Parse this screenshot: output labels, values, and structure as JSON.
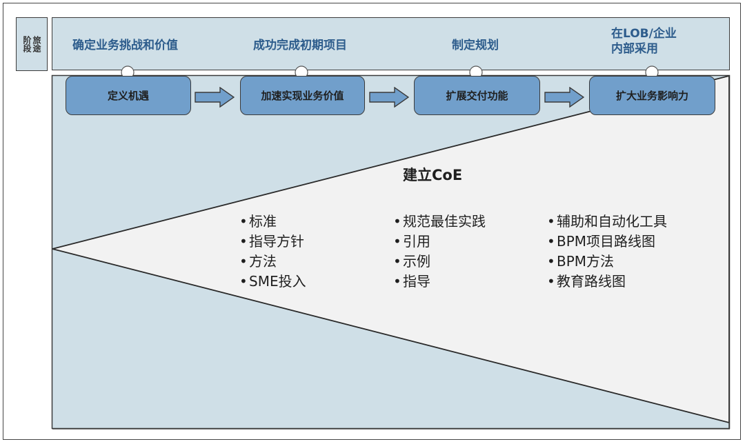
{
  "stage_label": "旅途\n阶段",
  "band": {
    "stages": [
      {
        "label": "确定业务挑战和价值"
      },
      {
        "label": "成功完成初期项目"
      },
      {
        "label": "制定规划"
      },
      {
        "label": "在LOB/企业\n内部采用"
      }
    ]
  },
  "steps": [
    {
      "label": "定义机遇"
    },
    {
      "label": "加速实现业务价值"
    },
    {
      "label": "扩展交付功能"
    },
    {
      "label": "扩大业务影响力"
    }
  ],
  "coe": {
    "title": "建立CoE",
    "bullet": "•",
    "columns": [
      {
        "items": [
          "标准",
          "指导方针",
          "方法",
          "SME投入"
        ]
      },
      {
        "items": [
          "规范最佳实践",
          "引用",
          "示例",
          "指导"
        ]
      },
      {
        "items": [
          "辅助和自动化工具",
          "BPM项目路线图",
          "BPM方法",
          "教育路线图"
        ]
      }
    ]
  },
  "colors": {
    "band_fill": "#cfdfe7",
    "step_fill": "#719fcb",
    "stage_text": "#2d5c8c",
    "triangle_fill": "#f2f2f2",
    "border": "#3a3a3a"
  }
}
